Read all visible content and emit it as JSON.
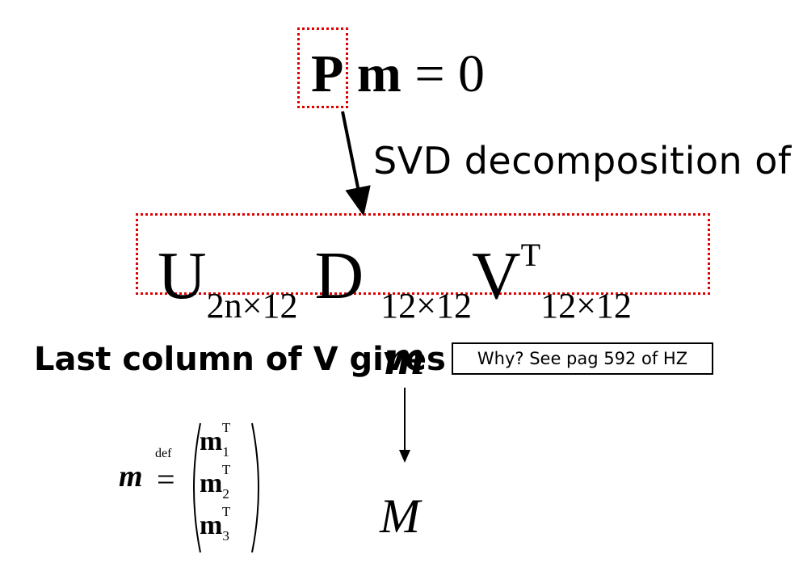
{
  "equation": {
    "P": "P",
    "m": "m",
    "rest": "= 0"
  },
  "svd_label": "SVD decomposition of P",
  "svd": {
    "U": "U",
    "U_sub": "2n×12",
    "D": "D",
    "D_sub": "12×12",
    "V": "V",
    "V_sup": "T",
    "V_sub": "12×12"
  },
  "last_column_text": "Last column of V gives",
  "m_symbol": "m",
  "note": "Why? See pag 592 of HZ",
  "M_symbol": "M",
  "definition": {
    "lhs": "m",
    "def": "def",
    "eq": "=",
    "rows": [
      {
        "base": "m",
        "sub": "1",
        "sup": "T"
      },
      {
        "base": "m",
        "sub": "2",
        "sup": "T"
      },
      {
        "base": "m",
        "sub": "3",
        "sup": "T"
      }
    ]
  },
  "colors": {
    "dotted_box": "#e00000",
    "text": "#000000"
  }
}
